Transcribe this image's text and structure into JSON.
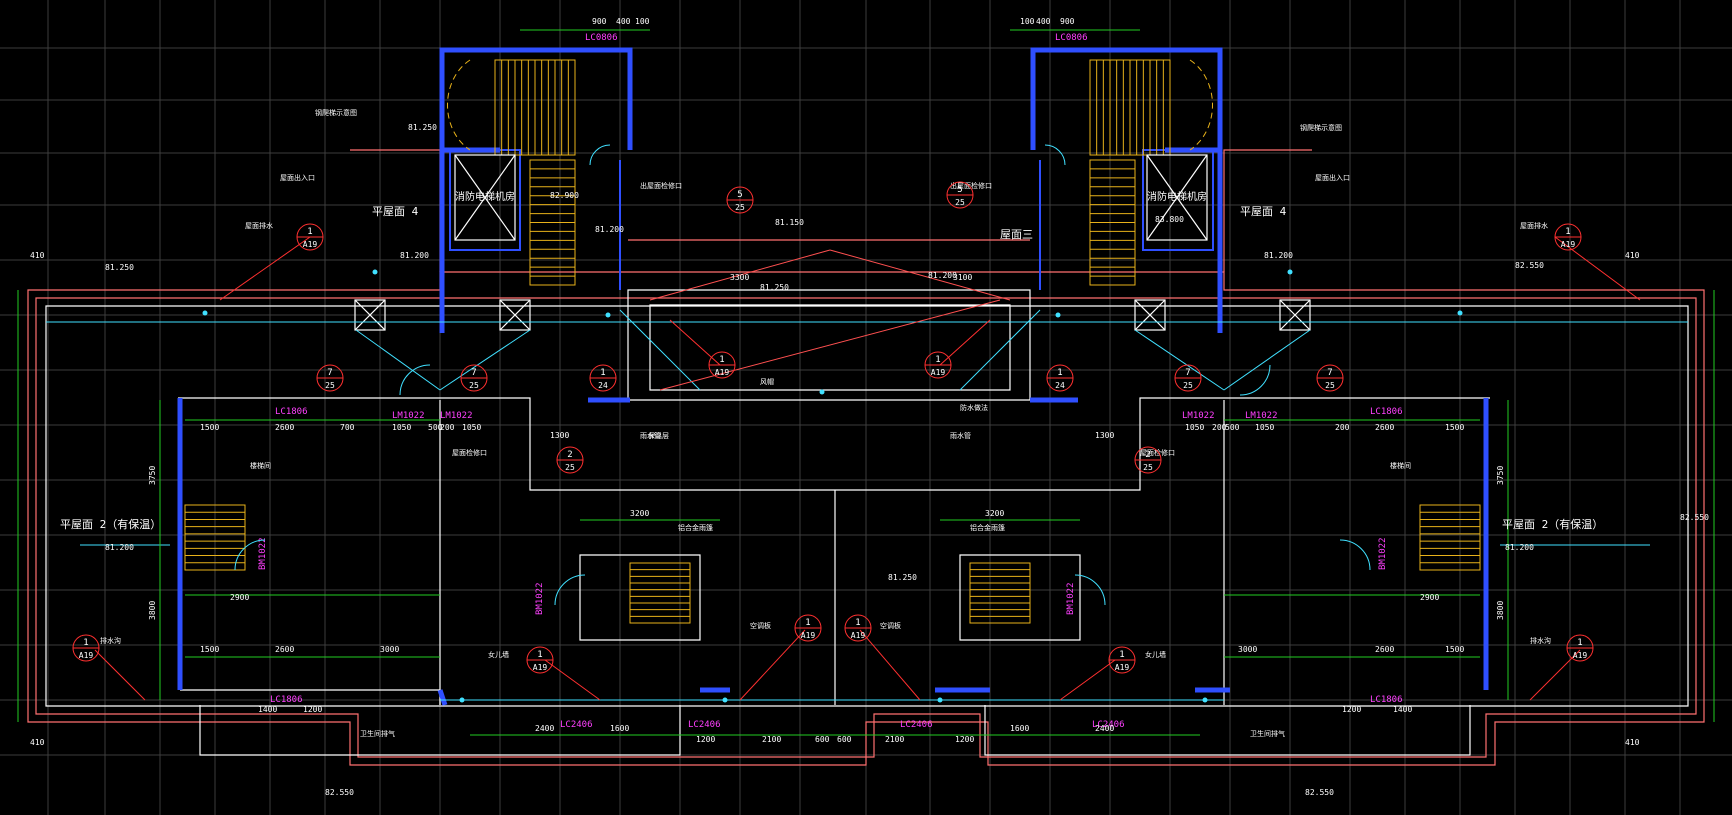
{
  "colors": {
    "background": "#000000",
    "grid": "#6f6f6f",
    "wall": "#2f4fff",
    "outline": "#ffffff",
    "dimension": "#22cc22",
    "annotation": "#ff3030",
    "parapet": "#ff7070",
    "stair": "#e8b21a",
    "door_tag": "#ff40ff",
    "cyan": "#40e0ff",
    "text": "#ffffff"
  },
  "room_labels": {
    "plat4_left": "平屋面 4",
    "plat4_right": "平屋面 4",
    "plat2_left": "平屋面 2（有保温）",
    "plat2_right": "平屋面 2（有保温）",
    "machine_left": "消防电梯机房",
    "machine_right": "消防电梯机房",
    "roof3": "屋面三"
  },
  "door_tags": {
    "lcm_top_left": "LC0806",
    "lcm_top_right": "LC0806",
    "mid_left_1": "LM1022",
    "mid_left_2": "LM1022",
    "mid_right_1": "LM1022",
    "mid_right_2": "LM1022",
    "side_left": "LC1806",
    "side_right": "LC1806",
    "vert_left_a": "BM1022",
    "vert_left_b": "BM1022",
    "vert_right_a": "BM1022",
    "vert_right_b": "BM1022",
    "bottom_1": "LC1806",
    "bottom_2": "LC2406",
    "bottom_3": "LC2406",
    "bottom_4": "LC1806",
    "bottom_5": "LC2406",
    "bottom_6": "LC2406"
  },
  "detail_marks": [
    {
      "num": "1",
      "ref": "A19"
    },
    {
      "num": "7",
      "ref": "25"
    },
    {
      "num": "7",
      "ref": "25"
    },
    {
      "num": "1",
      "ref": "24"
    },
    {
      "num": "1",
      "ref": "A19"
    },
    {
      "num": "2",
      "ref": "25"
    },
    {
      "num": "2",
      "ref": "25"
    },
    {
      "num": "1",
      "ref": "A19"
    },
    {
      "num": "1",
      "ref": "24"
    },
    {
      "num": "7",
      "ref": "25"
    },
    {
      "num": "7",
      "ref": "25"
    },
    {
      "num": "1",
      "ref": "A19"
    },
    {
      "num": "5",
      "ref": "25"
    },
    {
      "num": "5",
      "ref": "25"
    },
    {
      "num": "1",
      "ref": "A19"
    },
    {
      "num": "1",
      "ref": "A19"
    },
    {
      "num": "1",
      "ref": "A19"
    },
    {
      "num": "1",
      "ref": "A19"
    },
    {
      "num": "1",
      "ref": "A19"
    },
    {
      "num": "1",
      "ref": "A19"
    }
  ],
  "dims": {
    "d900a": "900",
    "d400a": "400",
    "d100a": "100",
    "d100b": "100",
    "d400b": "400",
    "d900b": "900",
    "d1500a": "1500",
    "d2600a": "2600",
    "d700a": "700",
    "d1050a": "1050",
    "d500a": "500",
    "d200a": "200",
    "d1050b": "1050",
    "d1300a": "1300",
    "d3200a": "3200",
    "d3200b": "3200",
    "d1300b": "1300",
    "d1050c": "1050",
    "d200b": "200",
    "d500b": "500",
    "d1050d": "1050",
    "d200c": "200",
    "d2600b": "2600",
    "d1500b": "1500",
    "d3750a": "3750",
    "d3750b": "3750",
    "d3800a": "3800",
    "d3800b": "3800",
    "d2900a": "2900",
    "d2900b": "2900",
    "d1500c": "1500",
    "d2600c": "2600",
    "d3000a": "3000",
    "d3000b": "3000",
    "d2600d": "2600",
    "d1500d": "1500",
    "d2400a": "2400",
    "d1600a": "1600",
    "d1200a": "1200",
    "d2100a": "2100",
    "d600a": "600",
    "d600b": "600",
    "d2100b": "2100",
    "d1200b": "1200",
    "d1600b": "1600",
    "d2400b": "2400",
    "d3300a": "3300",
    "d3100a": "3100",
    "d410a": "410",
    "d410b": "410",
    "d410c": "410",
    "d410d": "410",
    "d1400a": "1400",
    "d1200c": "1200",
    "d1200d": "1200",
    "d1400b": "1400"
  },
  "elevations": {
    "e1": "81.250",
    "e2": "81.250",
    "e3": "81.200",
    "e4": "81.200",
    "e5": "82.550",
    "e6": "82.550",
    "e7": "81.200",
    "e8": "81.200",
    "e9": "81.250",
    "e10": "82.900",
    "e11": "83.800",
    "e12": "81.200",
    "e13": "81.150",
    "e14": "81.200",
    "e15": "82.550",
    "e16": "82.550",
    "e17": "81.250"
  },
  "notes": {
    "n1": "钢爬梯示意图",
    "n2": "铝合金雨篷",
    "n3": "屋面排水",
    "n4": "出屋面检修口",
    "n5": "屋面检修口",
    "n6": "雨水管",
    "n7": "排水沟",
    "n8": "空调板",
    "n9": "女儿墙",
    "n10": "屋面出入口",
    "n11": "卫生间排气",
    "n12": "风帽",
    "n13": "楼梯间",
    "n14": "防水做法",
    "n15": "保温层"
  }
}
